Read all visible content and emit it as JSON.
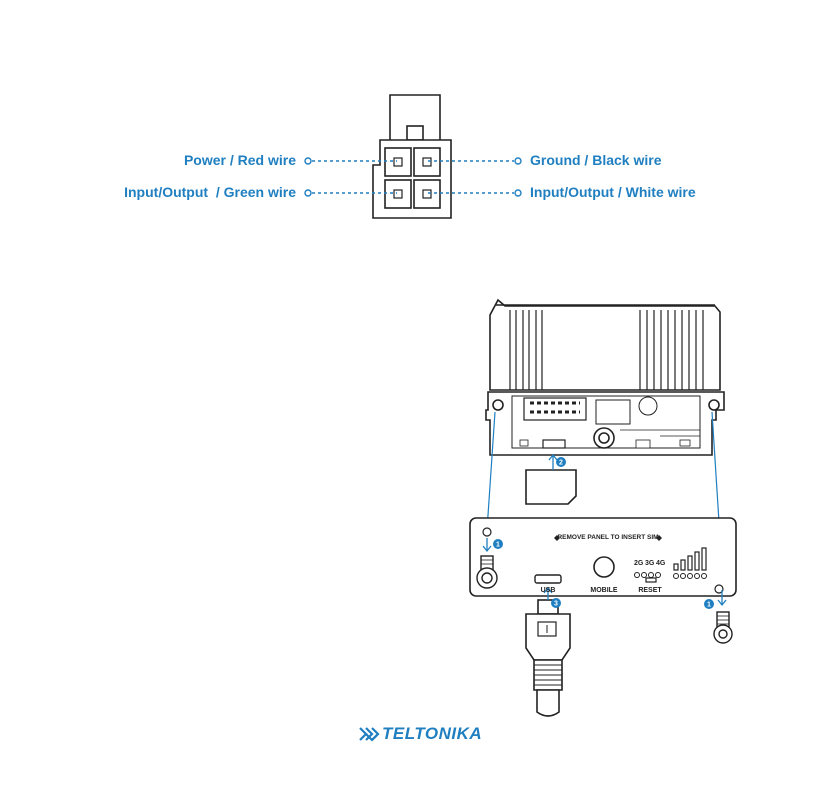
{
  "connector": {
    "pins": [
      {
        "label": "Power / Red wire"
      },
      {
        "label": "Ground / Black wire"
      },
      {
        "label": "Input/Output  / Green wire"
      },
      {
        "label": "Input/Output / White wire"
      }
    ]
  },
  "device": {
    "panel_text": "REMOVE PANEL TO INSERT SIM",
    "net_labels": [
      "2G",
      "3G",
      "4G"
    ],
    "usb_label": "USB",
    "mobile_label": "MOBILE",
    "reset_label": "RESET",
    "steps": [
      "1",
      "2",
      "3"
    ]
  },
  "brand": {
    "name": "TELTONIKA"
  },
  "colors": {
    "accent": "#1f7fc0",
    "outline": "#222222"
  }
}
